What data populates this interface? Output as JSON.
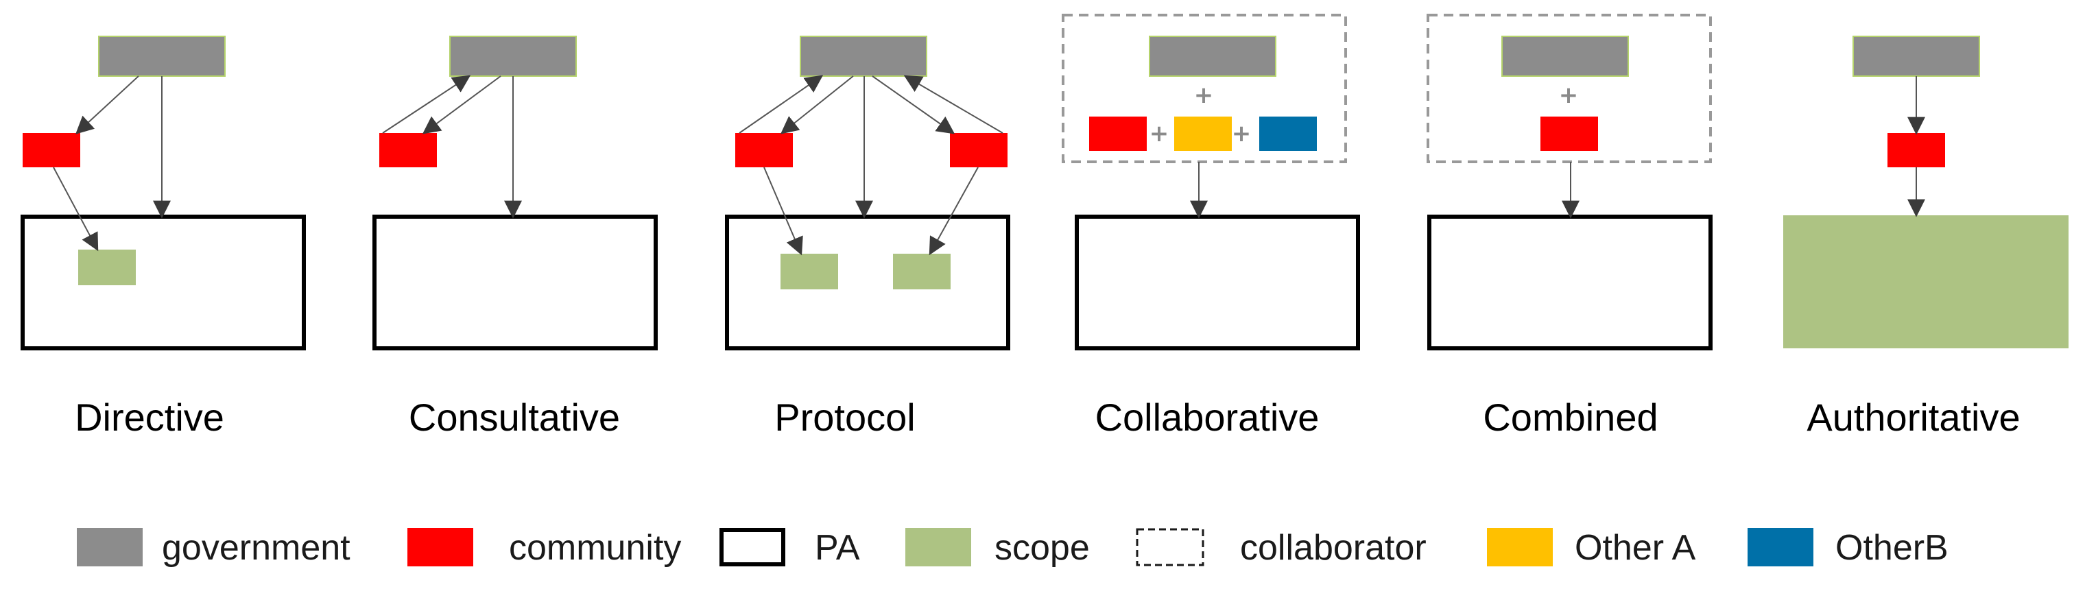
{
  "colors": {
    "government": "#8c8c8c",
    "government_border": "#b5d36b",
    "community": "#ff0000",
    "scope": "#adc383",
    "other_a": "#ffc000",
    "other_b": "#0070a8",
    "pa_border": "#000000",
    "collaborator_border": "#999999",
    "arrow": "#555555"
  },
  "plus_symbol": "+",
  "panels": [
    {
      "id": "directive",
      "label": "Directive"
    },
    {
      "id": "consultative",
      "label": "Consultative"
    },
    {
      "id": "protocol",
      "label": "Protocol"
    },
    {
      "id": "collaborative",
      "label": "Collaborative"
    },
    {
      "id": "combined",
      "label": "Combined"
    },
    {
      "id": "authoritative",
      "label": "Authoritative"
    }
  ],
  "legend": [
    {
      "key": "government",
      "label": "government",
      "icon": "gray-rectangle"
    },
    {
      "key": "community",
      "label": "community",
      "icon": "red-rectangle"
    },
    {
      "key": "pa",
      "label": "PA",
      "icon": "black-outlined-rectangle"
    },
    {
      "key": "scope",
      "label": "scope",
      "icon": "green-rectangle"
    },
    {
      "key": "collaborator",
      "label": "collaborator",
      "icon": "dashed-rectangle"
    },
    {
      "key": "other_a",
      "label": "Other A",
      "icon": "yellow-rectangle"
    },
    {
      "key": "other_b",
      "label": "OtherB",
      "icon": "blue-rectangle"
    }
  ]
}
